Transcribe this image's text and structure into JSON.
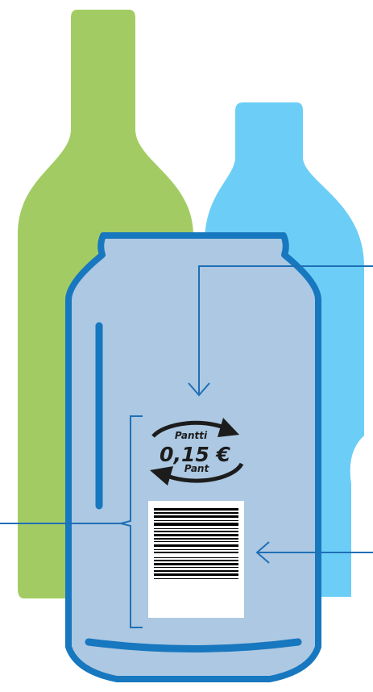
{
  "deposit_mark": {
    "label_top": "Pantti",
    "amount": "0,15 €",
    "label_bottom": "Pant"
  },
  "colors": {
    "glass_bottle": "#a2cc63",
    "plastic_bottle": "#6ccef6",
    "can_fill": "#acc8e2",
    "can_outline": "#1777bf",
    "annotation_line": "#1f6fb5",
    "mark_text": "#1c1c1c"
  },
  "icons": [
    "glass-bottle-icon",
    "plastic-bottle-icon",
    "can-icon",
    "recycle-arrows-icon",
    "barcode-icon"
  ]
}
